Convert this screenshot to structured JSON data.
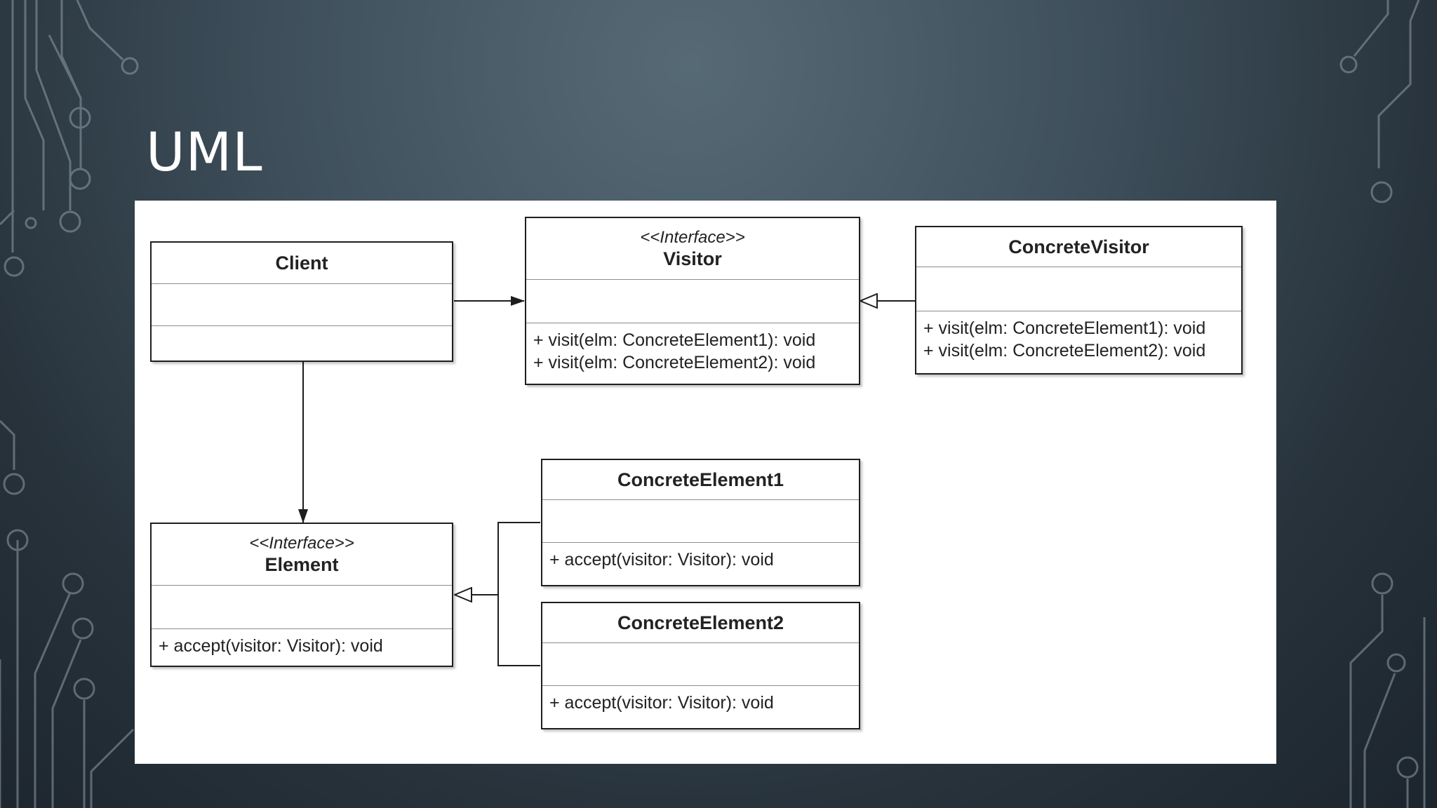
{
  "slide": {
    "title": "UML"
  },
  "classes": {
    "client": {
      "name": "Client",
      "operations": []
    },
    "visitor": {
      "stereotype": "<<Interface>>",
      "name": "Visitor",
      "operations": [
        "+ visit(elm: ConcreteElement1): void",
        "+ visit(elm: ConcreteElement2): void"
      ]
    },
    "concrete_visitor": {
      "name": "ConcreteVisitor",
      "operations": [
        "+ visit(elm: ConcreteElement1): void",
        "+ visit(elm: ConcreteElement2): void"
      ]
    },
    "element": {
      "stereotype": "<<Interface>>",
      "name": "Element",
      "operations": [
        "+ accept(visitor: Visitor): void"
      ]
    },
    "concrete_element1": {
      "name": "ConcreteElement1",
      "operations": [
        "+ accept(visitor: Visitor): void"
      ]
    },
    "concrete_element2": {
      "name": "ConcreteElement2",
      "operations": [
        "+ accept(visitor: Visitor): void"
      ]
    }
  },
  "relations": [
    {
      "from": "client",
      "to": "visitor",
      "type": "association"
    },
    {
      "from": "client",
      "to": "element",
      "type": "association"
    },
    {
      "from": "concrete_visitor",
      "to": "visitor",
      "type": "realization"
    },
    {
      "from": "concrete_element1",
      "to": "element",
      "type": "realization"
    },
    {
      "from": "concrete_element2",
      "to": "element",
      "type": "realization"
    }
  ],
  "colors": {
    "panel": "#ffffff",
    "line": "#1e1e1e",
    "divider": "#8c8c8c",
    "decoration": "#8f9ea8"
  }
}
